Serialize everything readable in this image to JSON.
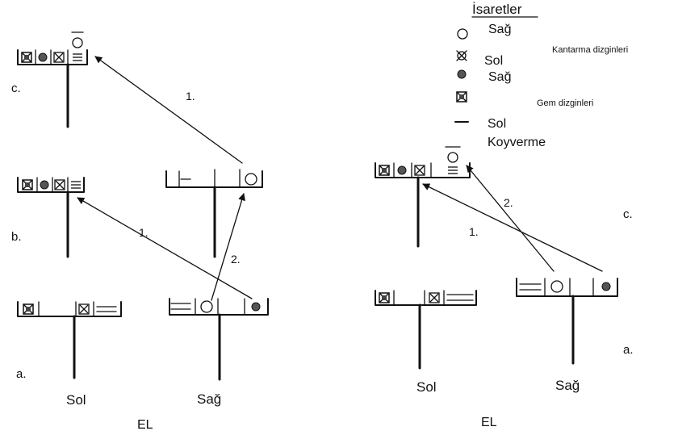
{
  "legend": {
    "title": "İsaretler",
    "items": [
      {
        "symbol": "circle",
        "text": "Sağ"
      },
      {
        "symbol": "x-circle",
        "text": "Sol"
      },
      {
        "symbol": "filled-dot",
        "text": "Sağ"
      },
      {
        "symbol": "x-square",
        "text": "Gem dizginleri"
      },
      {
        "symbol": "dash",
        "text": "Sol"
      }
    ],
    "group_kantarma": "Kantarma dizginleri",
    "koyverme": "Koyverme"
  },
  "left_panel": {
    "step_labels": {
      "a": "a.",
      "b": "b.",
      "c": "c."
    },
    "hand_left": "Sol",
    "hand_right": "Sağ",
    "caption": "EL",
    "arrow_labels": {
      "c_one": "1.",
      "b_one": "1.",
      "b_two": "2."
    }
  },
  "right_panel": {
    "step_labels": {
      "a": "a.",
      "c": "c."
    },
    "hand_left": "Sol",
    "hand_right": "Sağ",
    "caption": "EL",
    "arrow_labels": {
      "one": "1.",
      "two": "2."
    }
  },
  "colors": {
    "ink": "#111111",
    "paper": "#ffffff"
  }
}
